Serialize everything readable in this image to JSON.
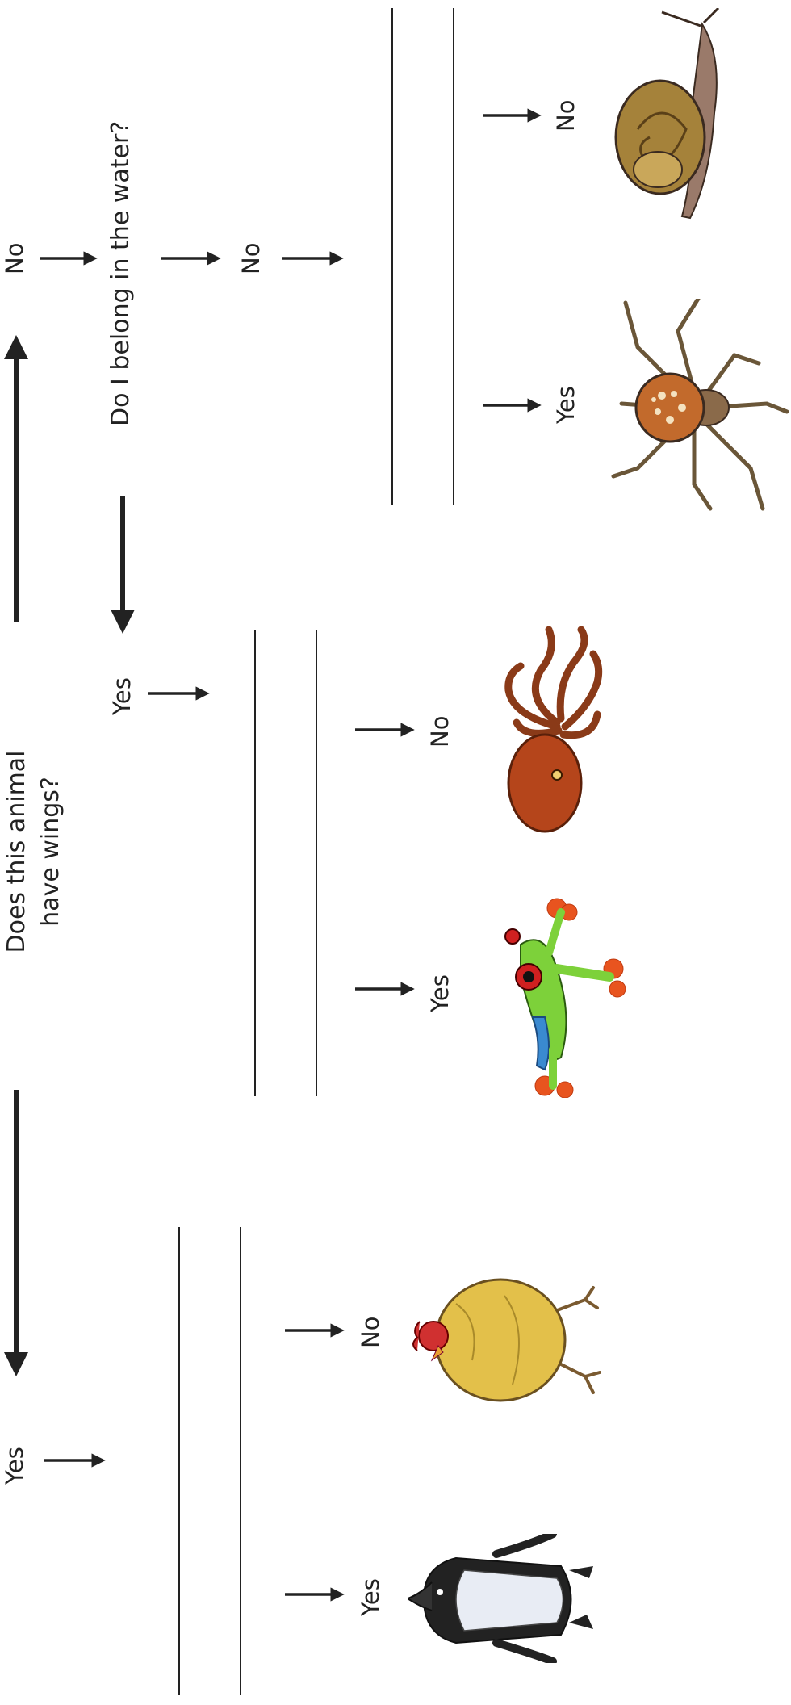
{
  "labels": {
    "yes": "Yes",
    "no": "No"
  },
  "questions": {
    "wings_line1": "Does this animal",
    "wings_line2": "have wings?",
    "water": "Do I belong in the water?"
  },
  "animals": [
    "penguin",
    "chicken",
    "frog",
    "octopus",
    "spider",
    "snail"
  ],
  "colors": {
    "ink": "#222222",
    "frog_green": "#7dd13a",
    "frog_red": "#e8541f",
    "octopus": "#b5451b",
    "chicken": "#e3c04a",
    "snail_shell": "#a5823a",
    "spider_body": "#c26a2c"
  }
}
